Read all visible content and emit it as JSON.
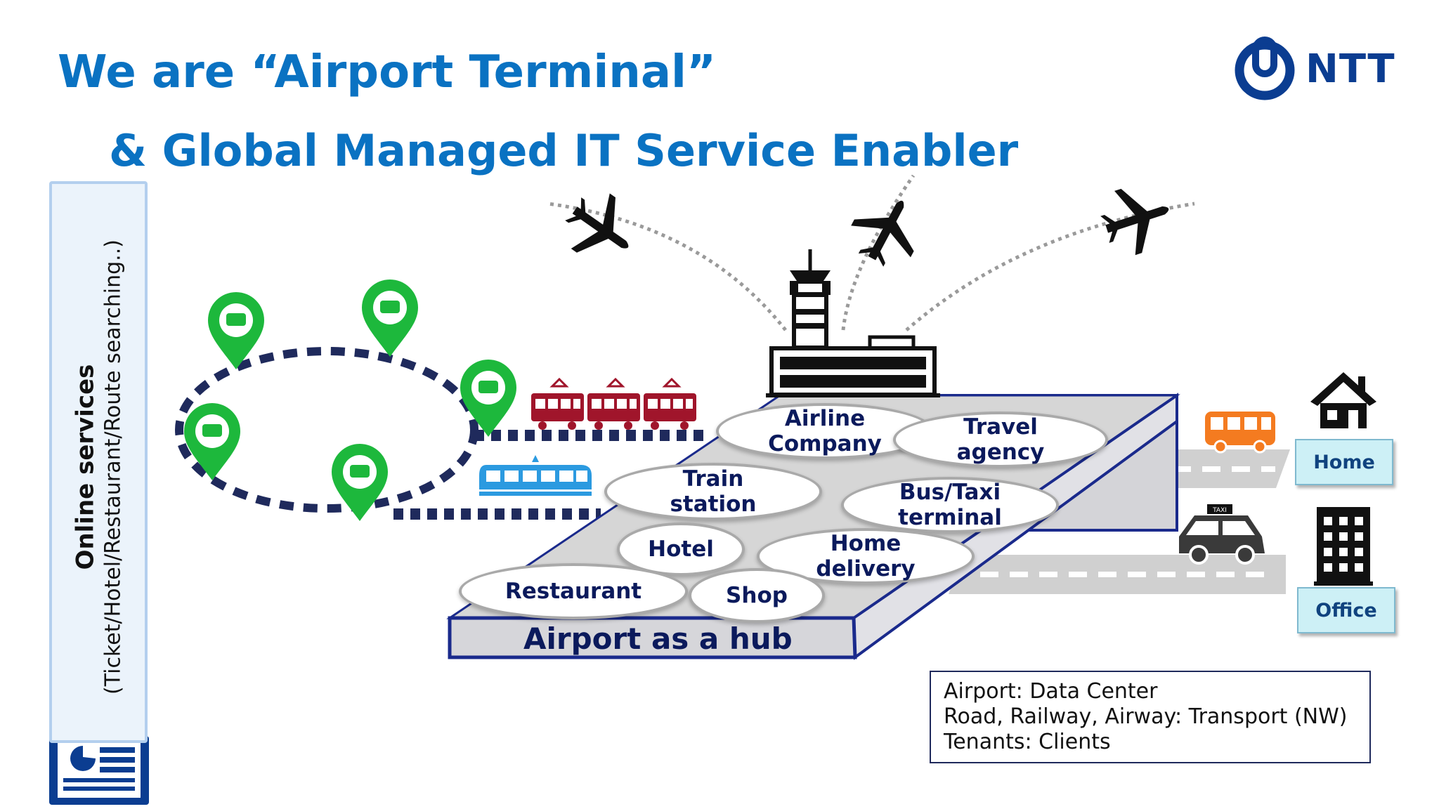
{
  "header": {
    "title_line1": "We are “Airport Terminal”",
    "title_line2": "& Global Managed IT Service Enabler"
  },
  "logo": {
    "text": "NTT",
    "icon": "ntt-logo-icon",
    "color": "#0b3d91"
  },
  "sidebar": {
    "line1": "Online services",
    "line2": "(Ticket/Hotel/Restaurant/Route searching..)",
    "icon": "document-icon"
  },
  "hub": {
    "label": "Airport as a hub",
    "tenants": [
      {
        "id": "airline",
        "lines": [
          "Airline",
          "Company"
        ]
      },
      {
        "id": "travel",
        "lines": [
          "Travel",
          "agency"
        ]
      },
      {
        "id": "train",
        "lines": [
          "Train",
          "station"
        ]
      },
      {
        "id": "bus",
        "lines": [
          "Bus/Taxi",
          "terminal"
        ]
      },
      {
        "id": "hotel",
        "lines": [
          "Hotel"
        ]
      },
      {
        "id": "delivery",
        "lines": [
          "Home",
          "delivery"
        ]
      },
      {
        "id": "restaurant",
        "lines": [
          "Restaurant"
        ]
      },
      {
        "id": "shop",
        "lines": [
          "Shop"
        ]
      }
    ]
  },
  "destinations": {
    "home": "Home",
    "office": "Office"
  },
  "taxi_sign": "TAXI",
  "legend": {
    "line1": "Airport: Data Center",
    "line2": "Road, Railway, Airway: Transport (NW)",
    "line3": "Tenants: Clients"
  },
  "icons": [
    "airplane-icon",
    "control-tower-icon",
    "map-pin-icon",
    "tram-icon",
    "monorail-icon",
    "bus-icon",
    "taxi-icon",
    "house-icon",
    "office-building-icon"
  ],
  "colors": {
    "title": "#0a72c2",
    "navy": "#0b1a5c",
    "pin_green": "#1db83c",
    "tram_red": "#a0152b",
    "monorail_blue": "#2b9ae0",
    "bus_orange": "#f47b20",
    "dest_fill": "#cdf0f6"
  }
}
